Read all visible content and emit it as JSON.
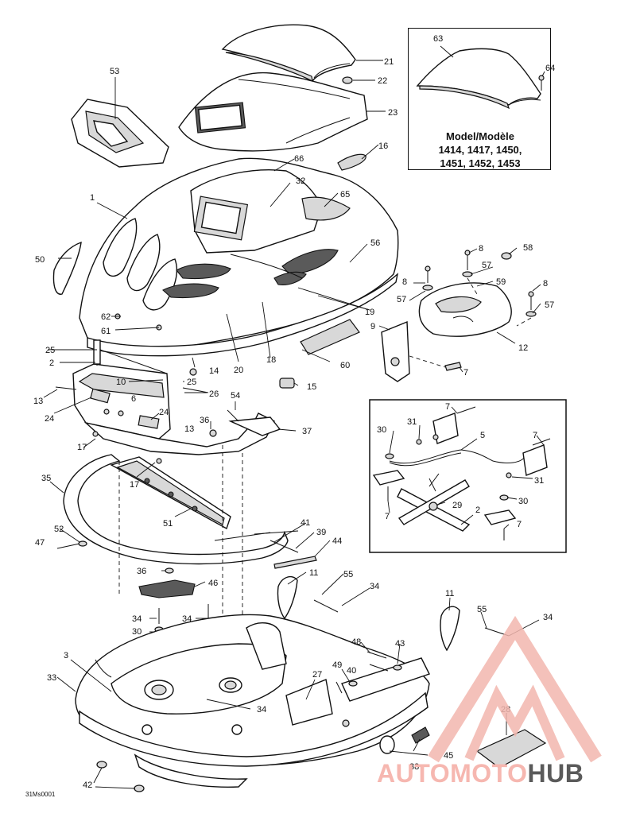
{
  "model_note": {
    "label": "Model/Modèle",
    "numbers_line1": "1414, 1417, 1450,",
    "numbers_line2": "1451, 1452, 1453"
  },
  "drawing_code": "31Ms0001",
  "watermark": {
    "part1": "AUTOMOTO",
    "part2": "HUB",
    "color_main": "#f6b7b0",
    "color_hub": "#5a5a5a"
  },
  "callouts": [
    "1",
    "2",
    "3",
    "5",
    "6",
    "7",
    "8",
    "9",
    "10",
    "11",
    "12",
    "13",
    "14",
    "15",
    "16",
    "17",
    "18",
    "19",
    "20",
    "21",
    "22",
    "23",
    "24",
    "25",
    "26",
    "27",
    "28",
    "29",
    "30",
    "31",
    "32",
    "33",
    "34",
    "35",
    "36",
    "37",
    "38",
    "39",
    "40",
    "41",
    "42",
    "43",
    "44",
    "45",
    "46",
    "47",
    "48",
    "49",
    "50",
    "51",
    "52",
    "53",
    "54",
    "55",
    "56",
    "57",
    "58",
    "59",
    "60",
    "61",
    "62",
    "63",
    "64",
    "65",
    "66"
  ]
}
